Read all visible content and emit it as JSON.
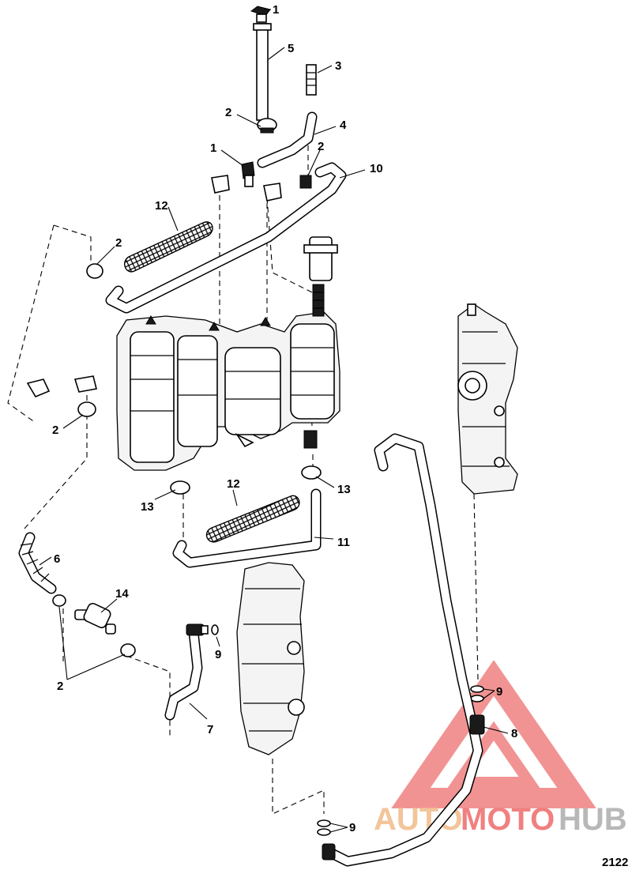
{
  "figure_number": "2122",
  "watermark": {
    "part1": "AUTO",
    "part2": "MOTO",
    "part3": "HUB",
    "color_auto": "#f2c59a",
    "color_moto": "#f08080",
    "color_hub": "#b8b8b8"
  },
  "callouts": {
    "c1a": "1",
    "c1b": "1",
    "c2a": "2",
    "c2b": "2",
    "c2c": "2",
    "c2d": "2",
    "c2e": "2",
    "c3": "3",
    "c4": "4",
    "c5": "5",
    "c6": "6",
    "c7": "7",
    "c8": "8",
    "c9a": "9",
    "c9b": "9",
    "c9c": "9",
    "c10": "10",
    "c11": "11",
    "c12a": "12",
    "c12b": "12",
    "c13a": "13",
    "c13b": "13",
    "c14": "14"
  }
}
